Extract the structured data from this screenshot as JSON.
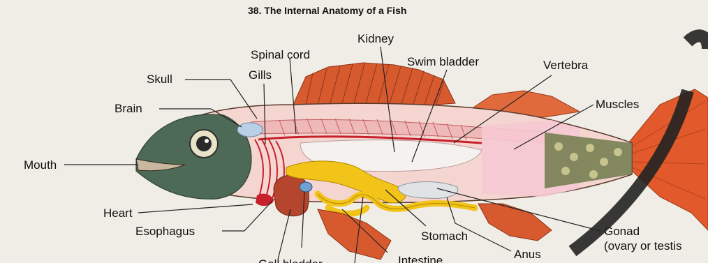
{
  "title": "38.  The Internal Anatomy of a Fish",
  "labels": {
    "kidney": "Kidney",
    "spinal_cord": "Spinal cord",
    "swim_bladder": "Swim bladder",
    "vertebra": "Vertebra",
    "skull": "Skull",
    "gills": "Gills",
    "brain": "Brain",
    "muscles": "Muscles",
    "mouth": "Mouth",
    "heart": "Heart",
    "esophagus": "Esophagus",
    "stomach": "Stomach",
    "gonad_line1": "Gonad",
    "gonad_line2": "(ovary or testis",
    "anus": "Anus",
    "gall_bladder": "Gall bladder",
    "intestine": "Intestine"
  },
  "colors": {
    "background": "#f0ede6",
    "fins": "#d75a2f",
    "muscle": "#f2c7c5",
    "intestine": "#f2c318",
    "liver": "#b5452c",
    "blood_vessel": "#c8202a",
    "head": "#4d6a56"
  }
}
